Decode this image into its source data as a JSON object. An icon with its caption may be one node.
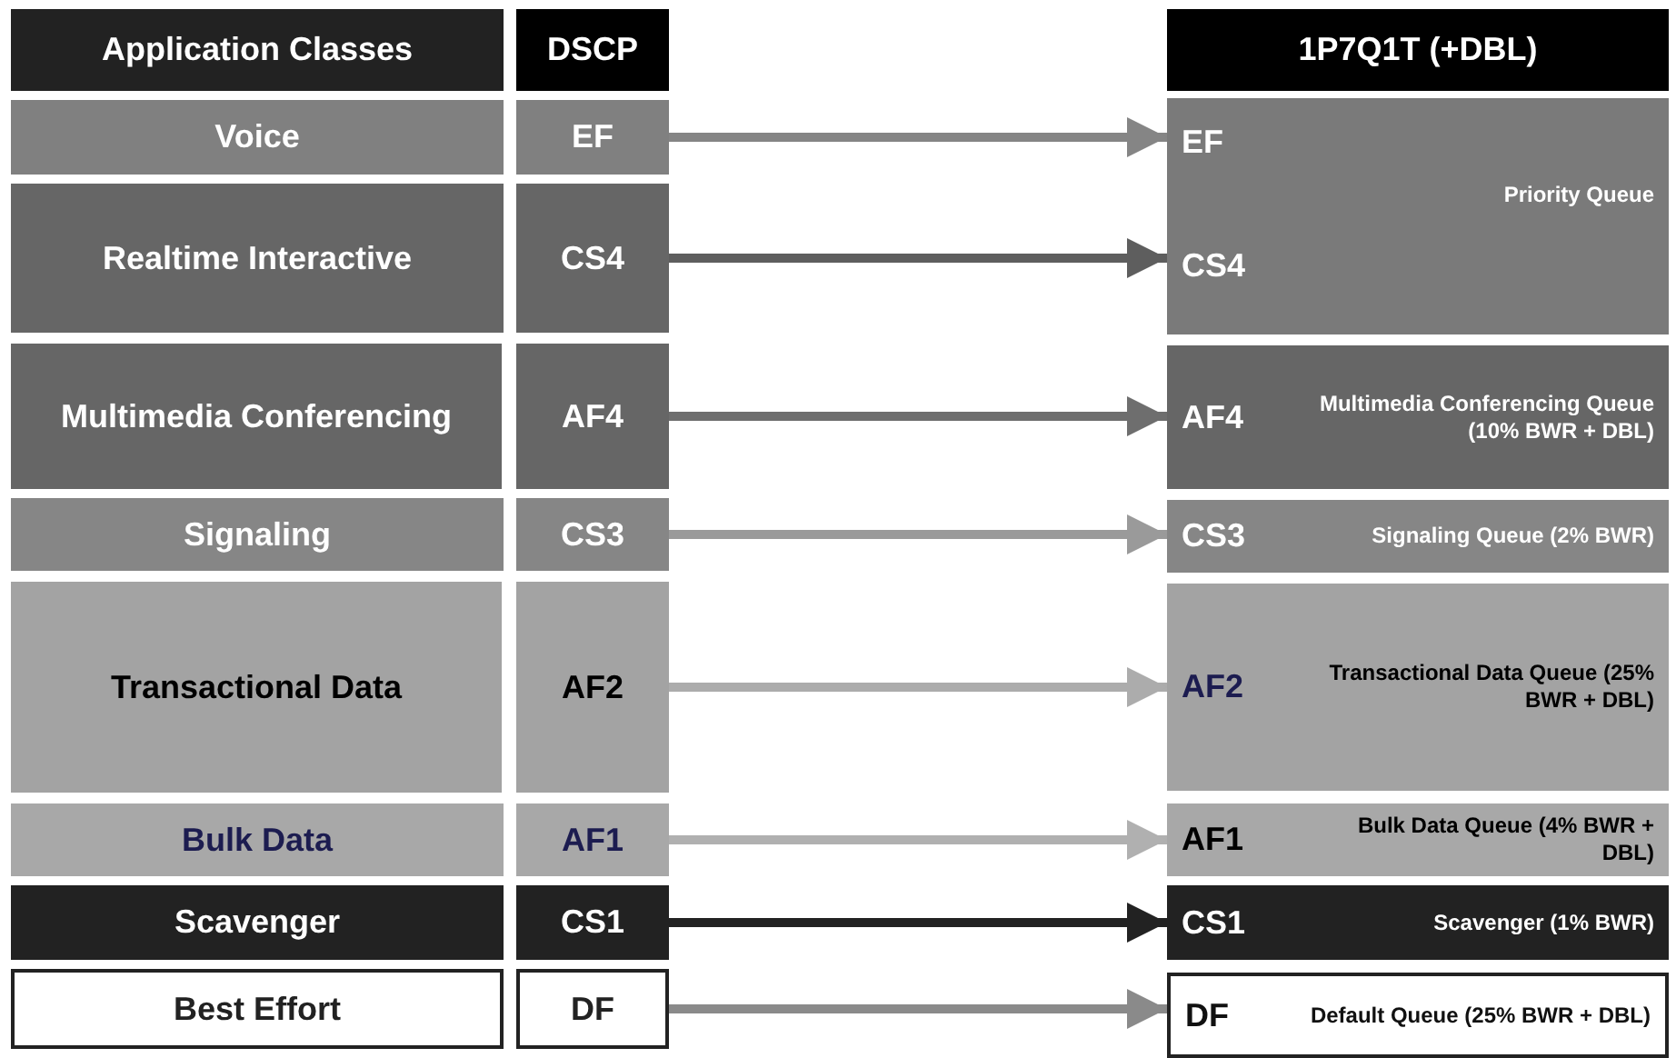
{
  "diagram": {
    "nodes": [
      {
        "text": [
          "Application Classes"
        ]
      },
      {
        "text": [
          "DSCP"
        ]
      },
      {
        "text": [
          "1P7Q1T (+DBL)"
        ]
      },
      {
        "text": [
          "Voice"
        ]
      },
      {
        "text": [
          "EF"
        ]
      },
      {
        "text": [
          "EF",
          "Priority Queue",
          "CS4"
        ]
      },
      {
        "text": [
          "Realtime Interactive"
        ]
      },
      {
        "text": [
          "CS4"
        ]
      },
      {
        "text": [
          "Multimedia Conferencing"
        ]
      },
      {
        "text": [
          "AF4"
        ]
      },
      {
        "text": [
          "AF4",
          "Multimedia Conferencing Queue (10% BWR + DBL)"
        ]
      },
      {
        "text": [
          "Signaling"
        ]
      },
      {
        "text": [
          "CS3"
        ]
      },
      {
        "text": [
          "CS3",
          "Signaling Queue (2% BWR)"
        ]
      },
      {
        "text": [
          "Transactional Data"
        ]
      },
      {
        "text": [
          "AF2"
        ]
      },
      {
        "text": [
          "AF2",
          "Transactional Data Queue (25% BWR + DBL)"
        ]
      },
      {
        "text": [
          "Bulk Data"
        ]
      },
      {
        "text": [
          "AF1"
        ]
      },
      {
        "text": [
          "AF1",
          "Bulk Data Queue (4% BWR + DBL)"
        ]
      },
      {
        "text": [
          "Scavenger"
        ]
      },
      {
        "text": [
          "CS1"
        ]
      },
      {
        "text": [
          "CS1",
          "Scavenger (1% BWR)"
        ]
      },
      {
        "text": [
          "Best Effort"
        ]
      },
      {
        "text": [
          "DF"
        ]
      },
      {
        "text": [
          "DF",
          "Default Queue (25% BWR + DBL)"
        ]
      }
    ],
    "edges": [
      {
        "from": 4,
        "to": 5,
        "arrow": "to",
        "color": "#858585"
      },
      {
        "from": 7,
        "to": 5,
        "arrow": "to",
        "color": "#5e5e5e"
      },
      {
        "from": 9,
        "to": 10,
        "arrow": "to",
        "color": "#6e6e6e"
      },
      {
        "from": 12,
        "to": 13,
        "arrow": "to",
        "color": "#9a9a9a"
      },
      {
        "from": 15,
        "to": 16,
        "arrow": "to",
        "color": "#acacac"
      },
      {
        "from": 18,
        "to": 19,
        "arrow": "to",
        "color": "#b0b0b0"
      },
      {
        "from": 21,
        "to": 22,
        "arrow": "to",
        "color": "#222222"
      },
      {
        "from": 24,
        "to": 25,
        "arrow": "to",
        "color": "#8a8a8a"
      }
    ]
  }
}
